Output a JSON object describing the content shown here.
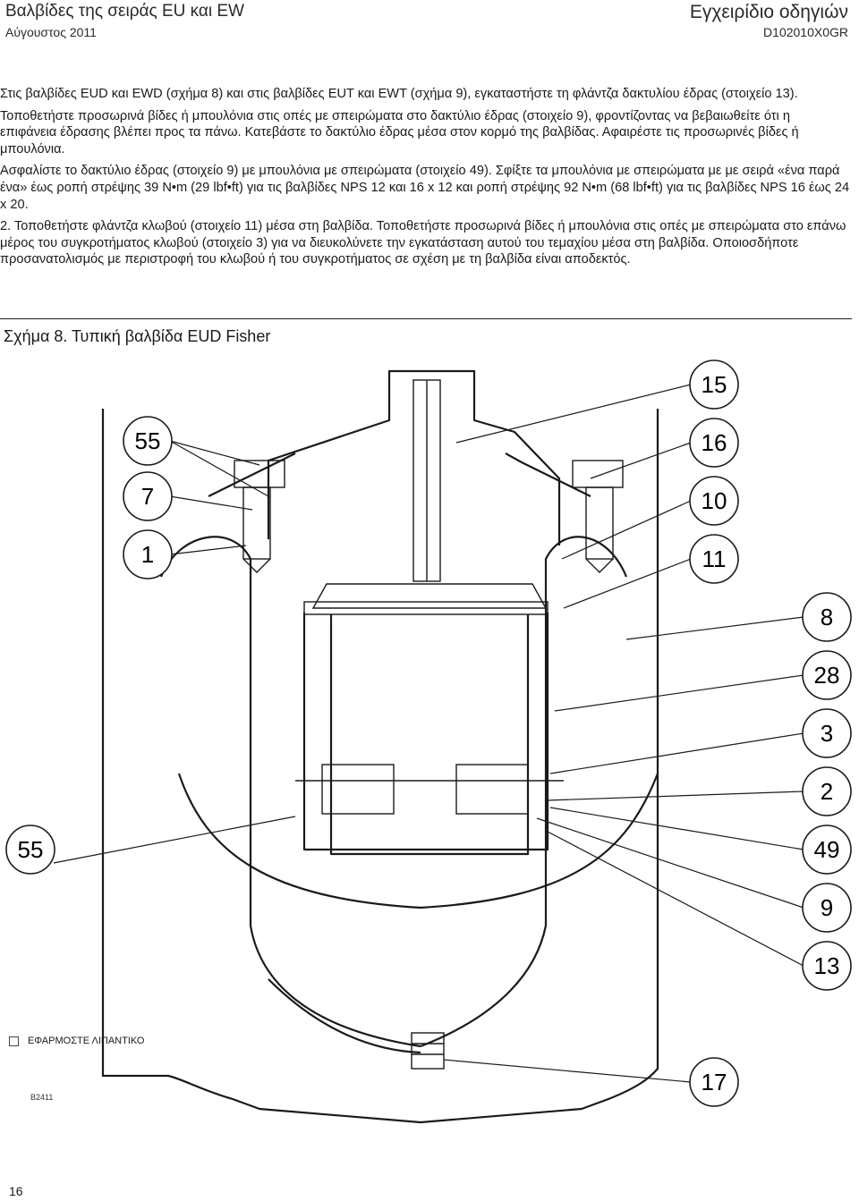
{
  "header": {
    "title": "Βαλβίδες της σειράς EU και EW",
    "date": "Αύγουστος 2011",
    "manual": "Εγχειρίδιο οδηγιών",
    "doc_code": "D102010X0GR"
  },
  "body": {
    "p1": "Στις βαλβίδες EUD και EWD (σχήμα 8) και στις βαλβίδες EUT και EWT (σχήμα 9), εγκαταστήστε τη φλάντζα δακτυλίου έδρας (στοιχείο 13).",
    "p2": "Τοποθετήστε προσωρινά βίδες ή μπουλόνια στις οπές με σπειρώματα στο δακτύλιο έδρας (στοιχείο 9), φροντίζοντας να βεβαιωθείτε ότι η επιφάνεια έδρασης βλέπει προς τα πάνω. Κατεβάστε το δακτύλιο έδρας μέσα στον κορμό της βαλβίδας. Αφαιρέστε τις προσωρινές βίδες ή μπουλόνια.",
    "p3": "Ασφαλίστε το δακτύλιο έδρας (στοιχείο 9) με μπουλόνια με σπειρώματα (στοιχείο 49). Σφίξτε τα μπουλόνια με σπειρώματα με με σειρά «ένα παρά ένα» έως ροπή στρέψης 39 N•m (29 lbf•ft) για τις βαλβίδες NPS 12 και 16 x 12 και ροπή στρέψης 92 N•m (68 lbf•ft) για τις βαλβίδες NPS 16 έως 24 x 20.",
    "p4": "2. Τοποθετήστε φλάντζα κλωβού (στοιχείο 11) μέσα στη βαλβίδα. Τοποθετήστε προσωρινά βίδες ή μπουλόνια στις οπές με σπειρώματα στο επάνω μέρος του συγκροτήματος κλωβού (στοιχείο 3) για να διευκολύνετε την εγκατάσταση αυτού του τεμαχίου μέσα στη βαλβίδα. Οποιοσδήποτε προσανατολισμός με περιστροφή του κλωβού ή του συγκροτήματος σε σχέση με τη βαλβίδα είναι αποδεκτός."
  },
  "figure": {
    "title": "Σχήμα 8. Τυπική βαλβίδα EUD Fisher",
    "callouts_left": [
      "55",
      "7",
      "1"
    ],
    "callout_left_bottom": "55",
    "callouts_right": [
      "15",
      "16",
      "10",
      "11",
      "8",
      "28",
      "3",
      "2",
      "49",
      "9",
      "13"
    ],
    "callout_bottom": "17",
    "legend_text": "ΕΦΑΡΜΟΣΤΕ ΛΙΠΑΝΤΙΚΟ",
    "drawing_code": "B2411",
    "line_color": "#1a1a1a"
  },
  "footer": {
    "page_number": "16"
  }
}
